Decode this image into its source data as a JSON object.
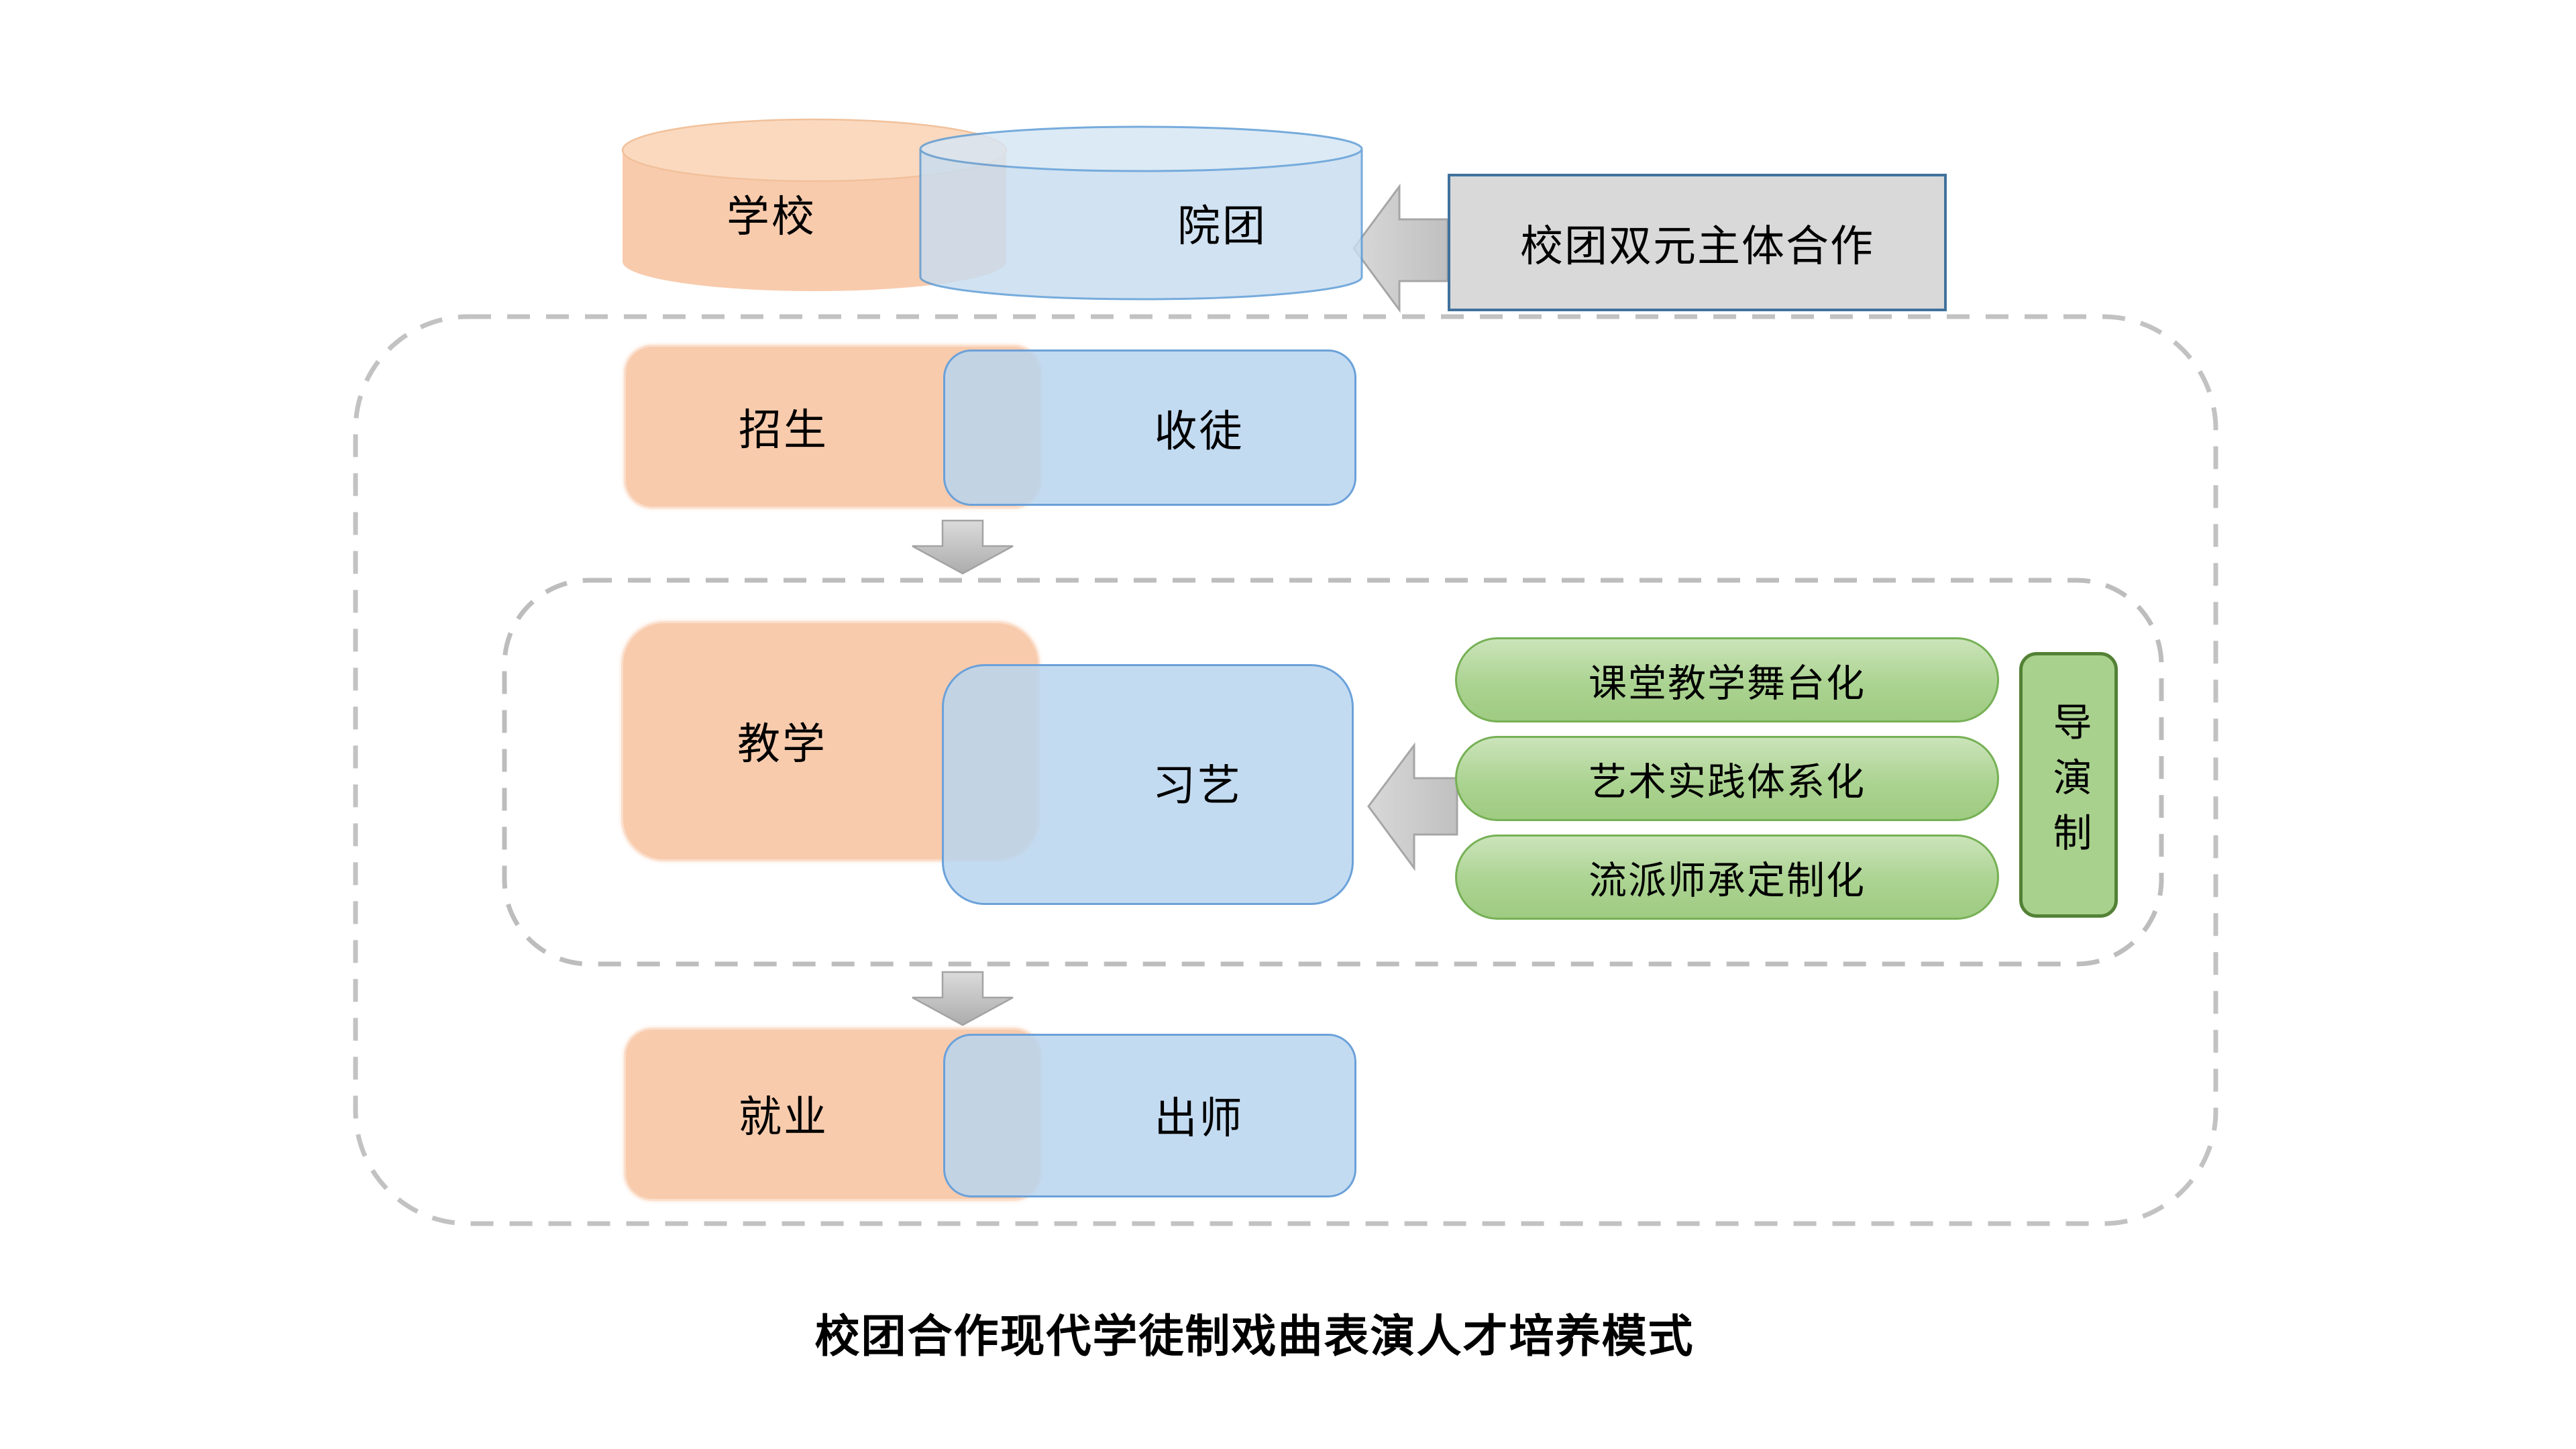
{
  "diagram_caption": "校团合作现代学徒制戏曲表演人才培养模式",
  "partners": {
    "school": "学校",
    "troupe": "院团"
  },
  "cooperation": {
    "label": "校团双元主体合作"
  },
  "stages": [
    {
      "school_side": "招生",
      "troupe_side": "收徒"
    },
    {
      "school_side": "教学",
      "troupe_side": "习艺"
    },
    {
      "school_side": "就业",
      "troupe_side": "出师"
    }
  ],
  "teaching_methods": [
    "课堂教学舞台化",
    "艺术实践体系化",
    "流派师承定制化"
  ],
  "director_system": {
    "label": "导演制"
  },
  "colors": {
    "school_fill": "#F8CBAD",
    "troupe_fill": "#BDD7EE",
    "troupe_border": "#5B9BD5",
    "method_fill": "#A9D18E",
    "method_border": "#70AD47",
    "director_border": "#538135",
    "cooperation_fill": "#D9D9D9",
    "cooperation_border": "#41719C",
    "arrow_fill": "#C9C9C9",
    "frame_dash": "#BFBFBF"
  }
}
